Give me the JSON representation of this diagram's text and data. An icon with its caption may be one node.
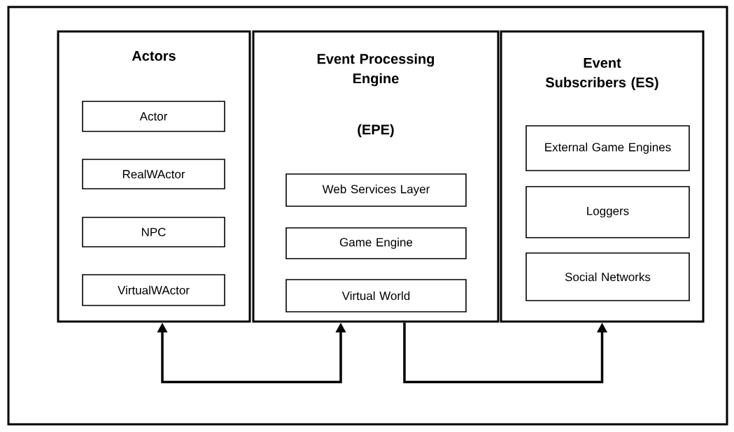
{
  "diagram": {
    "nodes": [
      {
        "text": [
          "Actors"
        ]
      },
      {
        "text": [
          "Actor"
        ],
        "in": 0
      },
      {
        "text": [
          "RealWActor"
        ],
        "in": 0
      },
      {
        "text": [
          "NPC"
        ],
        "in": 0
      },
      {
        "text": [
          "VirtualWActor"
        ],
        "in": 0
      },
      {
        "text": [
          "Event Processing Engine",
          "(EPE)"
        ]
      },
      {
        "text": [
          "Web Services Layer"
        ],
        "in": 5
      },
      {
        "text": [
          "Game Engine"
        ],
        "in": 5
      },
      {
        "text": [
          "Virtual World"
        ],
        "in": 5
      },
      {
        "text": [
          "Event Subscribers (ES)"
        ]
      },
      {
        "text": [
          "External Game Engines"
        ],
        "in": 9
      },
      {
        "text": [
          "Loggers"
        ],
        "in": 9
      },
      {
        "text": [
          "Social Networks"
        ],
        "in": 9
      }
    ],
    "edges": [
      {
        "from": 0,
        "to": 5,
        "arrow": "both"
      },
      {
        "from": 5,
        "to": 9,
        "arrow": "to"
      }
    ]
  }
}
